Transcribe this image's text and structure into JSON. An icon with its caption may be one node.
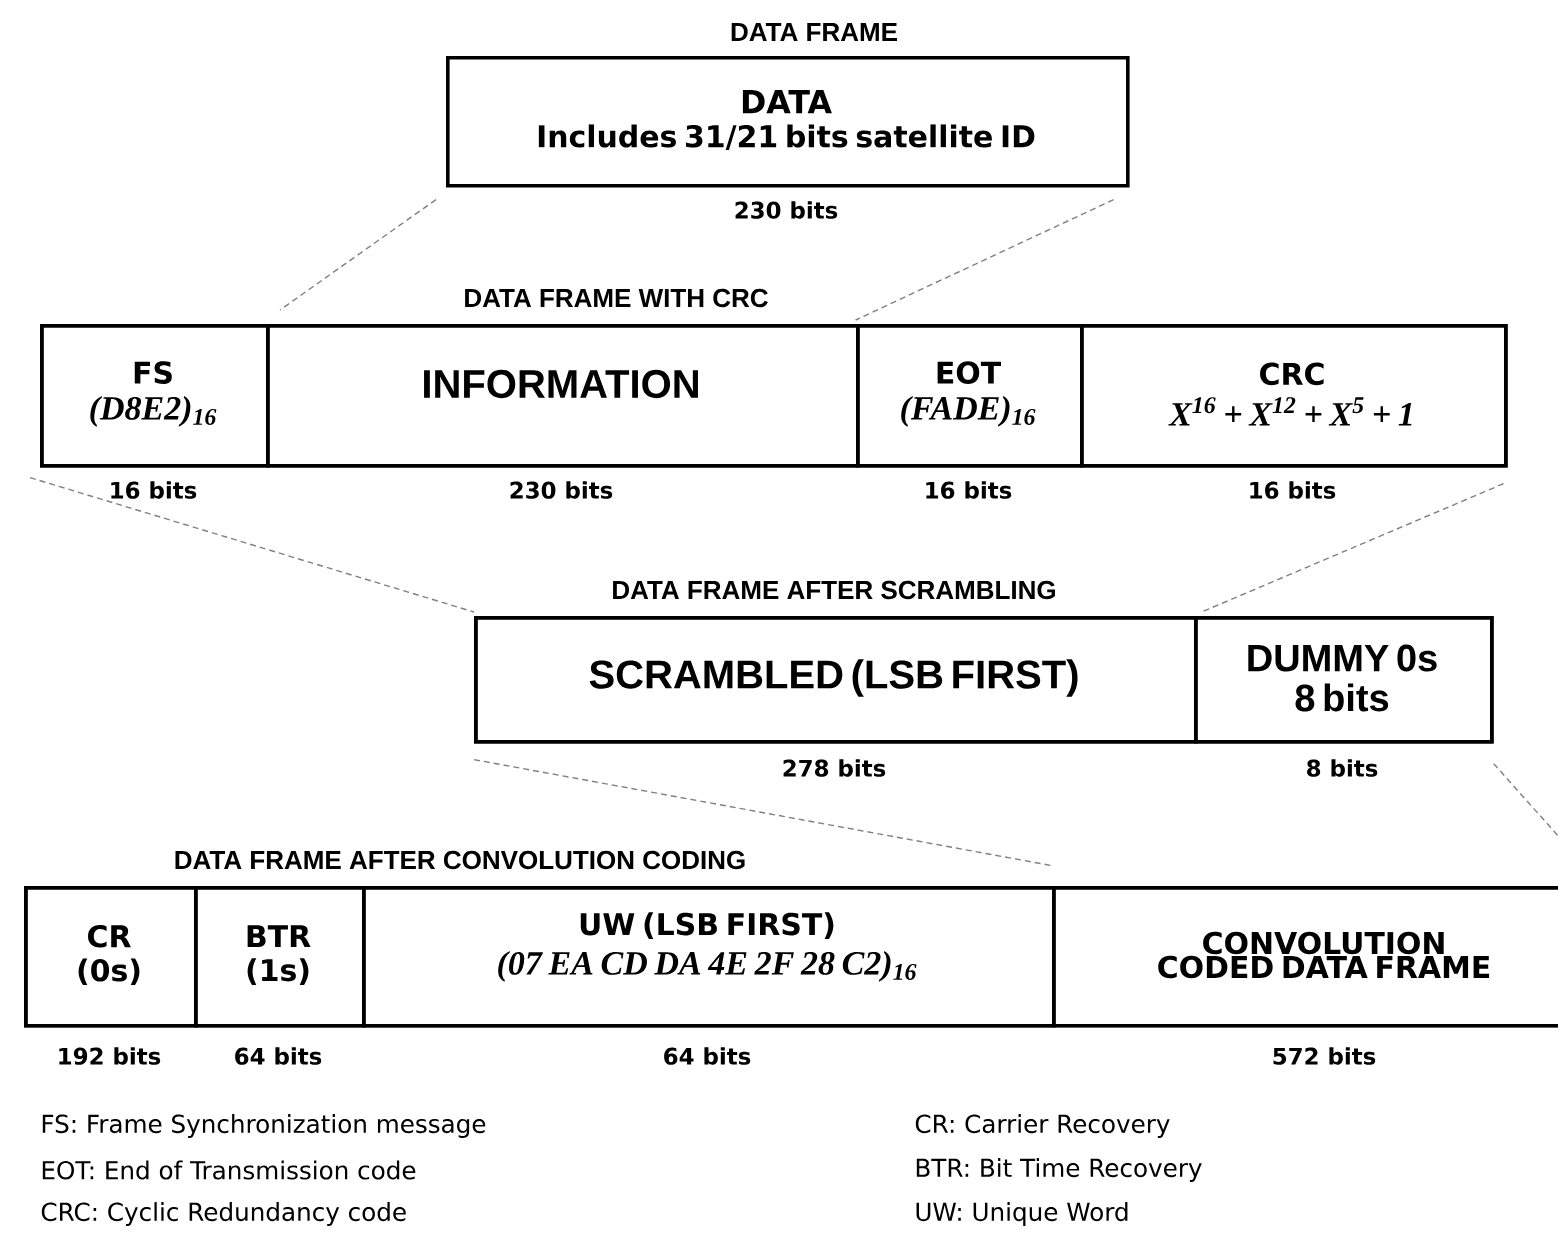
{
  "diagram": {
    "nodes": [
      {
        "text": [
          "DATA FRAME",
          "DATA",
          "Includes 31/21 bits satellite ID"
        ],
        "beside": [
          "230 bits"
        ]
      },
      {
        "text": [
          "DATA FRAME WITH CRC"
        ]
      },
      {
        "text": [
          "FS",
          "(D8E2)$_{16}$"
        ],
        "in": 1,
        "beside": [
          "16 bits"
        ]
      },
      {
        "text": [
          "INFORMATION"
        ],
        "in": 1,
        "beside": [
          "230 bits"
        ]
      },
      {
        "text": [
          "EOT",
          "(FADE)$_{16}$"
        ],
        "in": 1,
        "beside": [
          "16 bits"
        ]
      },
      {
        "text": [
          "CRC",
          "X$^{16}$ + X$^{12}$ + X$^{5}$ + 1"
        ],
        "in": 1,
        "beside": [
          "16 bits"
        ]
      },
      {
        "text": [
          "DATA FRAME AFTER SCRAMBLING"
        ]
      },
      {
        "text": [
          "SCRAMBLED (LSB FIRST)"
        ],
        "in": 6,
        "beside": [
          "278 bits"
        ]
      },
      {
        "text": [
          "DUMMY 0s",
          "8 bits"
        ],
        "in": 6,
        "beside": [
          "8 bits"
        ]
      },
      {
        "text": [
          "DATA FRAME AFTER CONVOLUTION CODING"
        ]
      },
      {
        "text": [
          "CR",
          "(0s)"
        ],
        "in": 9,
        "beside": [
          "192 bits"
        ]
      },
      {
        "text": [
          "BTR",
          "(1s)"
        ],
        "in": 9,
        "beside": [
          "64 bits"
        ]
      },
      {
        "text": [
          "UW  (LSB FIRST)",
          "(07 EA CD DA 4E 2F 28 C2)$_{16}$"
        ],
        "in": 9,
        "beside": [
          "64 bits"
        ]
      },
      {
        "text": [
          "CONVOLUTION CODED DATA FRAME"
        ],
        "in": 9,
        "beside": [
          "572 bits"
        ]
      }
    ],
    "edges": [
      {
        "from": 0,
        "to": 3,
        "arrow": "none",
        "style": "dashed",
        "color": "#808080"
      },
      {
        "from": 0,
        "to": 3,
        "arrow": "none",
        "style": "dashed",
        "color": "#808080"
      },
      {
        "from": 1,
        "to": 7,
        "arrow": "none",
        "style": "dashed",
        "color": "#808080"
      },
      {
        "from": 1,
        "to": 7,
        "arrow": "none",
        "style": "dashed",
        "color": "#808080"
      },
      {
        "from": 6,
        "to": 13,
        "arrow": "none",
        "style": "dashed",
        "color": "#808080"
      },
      {
        "from": 6,
        "to": 13,
        "arrow": "none",
        "style": "dashed",
        "color": "#808080"
      }
    ],
    "labels": [
      "FS: Frame Synchronization message",
      "CR: Carrier Recovery",
      "EOT: End of Transmission code",
      "BTR: Bit Time Recovery",
      "CRC: Cyclic Redundancy code",
      "UW: Unique Word"
    ]
  }
}
